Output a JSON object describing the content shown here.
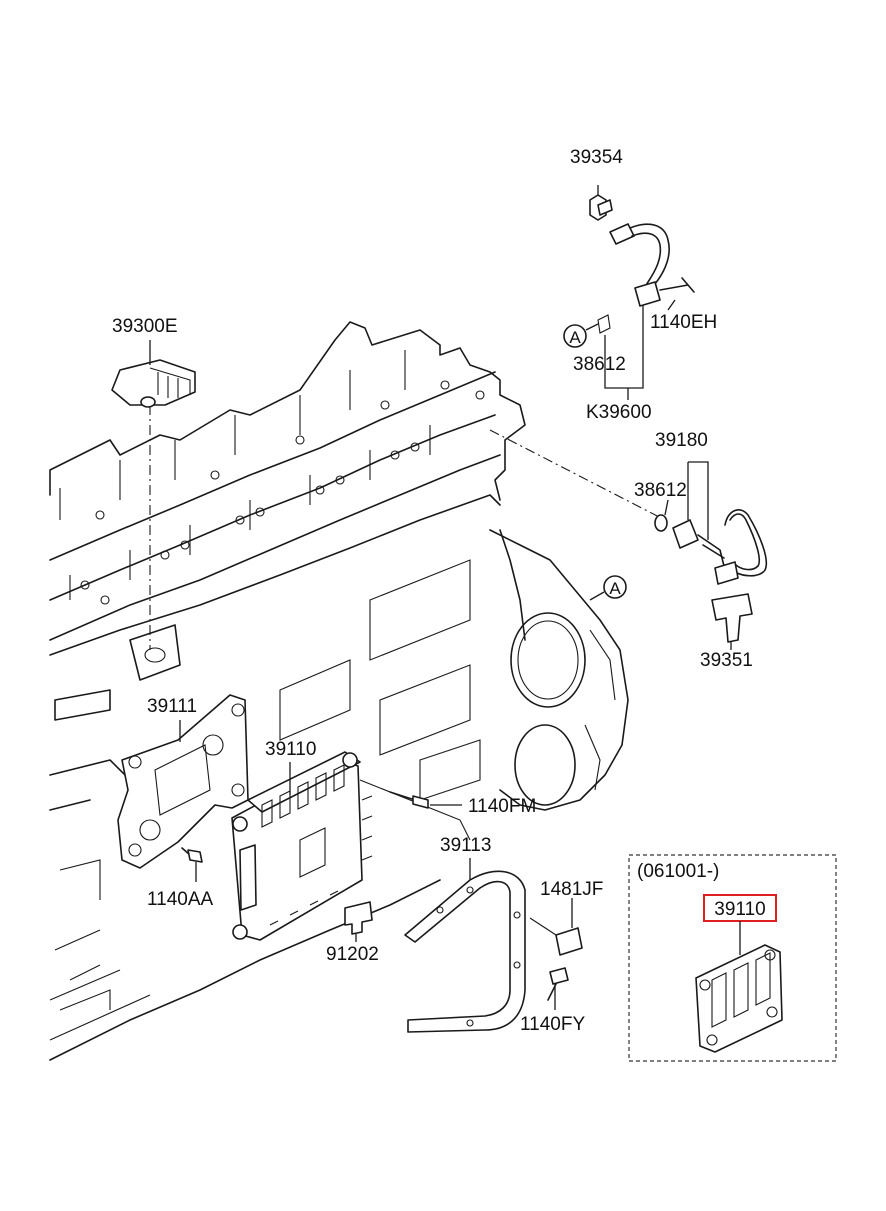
{
  "parts": {
    "p39354": "39354",
    "p39300E": "39300E",
    "p1140EH": "1140EH",
    "p38612_top": "38612",
    "pK39600": "K39600",
    "p39180": "39180",
    "p38612_mid": "38612",
    "p39351": "39351",
    "p39111": "39111",
    "p39110": "39110",
    "p1140FM": "1140FM",
    "p1140AA": "1140AA",
    "p39113": "39113",
    "p1481JF": "1481JF",
    "p91202": "91202",
    "p1140FY": "1140FY"
  },
  "refs": {
    "ref_a_top": "A",
    "ref_a_engine": "A"
  },
  "inset": {
    "date_range": "(061001-)",
    "part_label": "39110",
    "highlight_color": "#e02020"
  }
}
